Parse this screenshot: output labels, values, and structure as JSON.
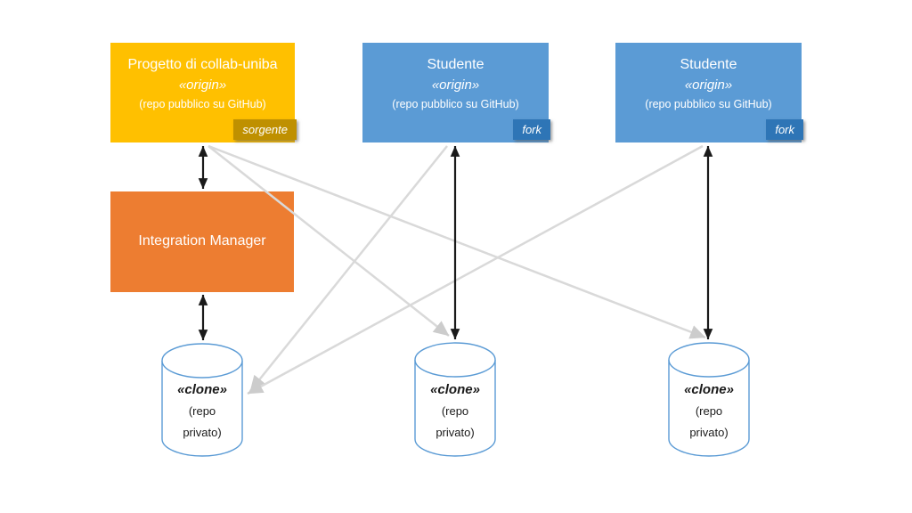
{
  "diagram": {
    "blessed_repo": {
      "title": "Progetto di collab-uniba",
      "stereotype": "«origin»",
      "note": "(repo pubblico su GitHub)",
      "badge": "sorgente"
    },
    "student_repo_1": {
      "title": "Studente",
      "stereotype": "«origin»",
      "note": "(repo pubblico su GitHub)",
      "badge": "fork"
    },
    "student_repo_2": {
      "title": "Studente",
      "stereotype": "«origin»",
      "note": "(repo pubblico su GitHub)",
      "badge": "fork"
    },
    "integration_manager": {
      "title": "Integration Manager"
    },
    "clones": [
      {
        "stereotype": "«clone»",
        "note_line1": "(repo",
        "note_line2": "privato)"
      },
      {
        "stereotype": "«clone»",
        "note_line1": "(repo",
        "note_line2": "privato)"
      },
      {
        "stereotype": "«clone»",
        "note_line1": "(repo",
        "note_line2": "privato)"
      }
    ],
    "colors": {
      "blessed_repo_fill": "#FFC000",
      "blessed_badge_fill": "#BF9000",
      "student_repo_fill": "#5B9BD5",
      "student_badge_fill": "#2E75B6",
      "integration_manager_fill": "#ED7D31",
      "cylinder_stroke": "#5B9BD5",
      "gray_connector": "#D9D9D9",
      "black_connector": "#1A1A1A"
    }
  }
}
